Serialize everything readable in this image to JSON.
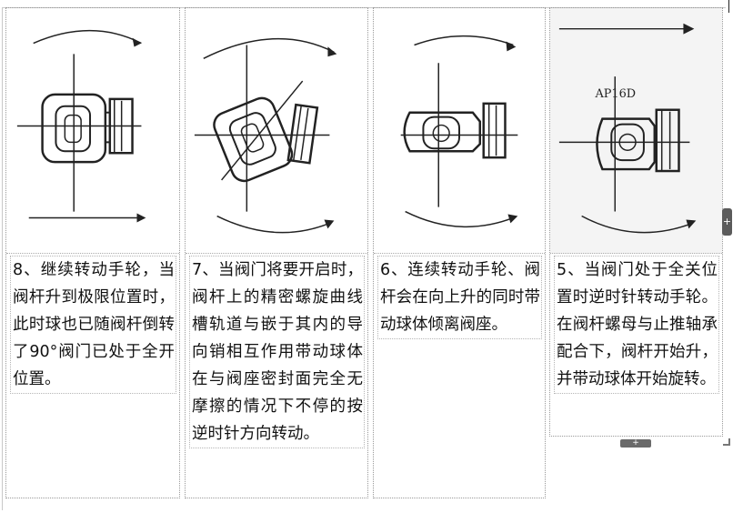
{
  "panels": [
    {
      "step": "8",
      "text": "、继续转动手轮，当阀杆升到极限位置时，此时球也已随阀杆倒转了90°阀门已处于全开位置。"
    },
    {
      "step": "7",
      "text": "、当阀门将要开启时，阀杆上的精密螺旋曲线槽轨道与嵌于其内的导向销相互作用带动球体在与阀座密封面完全无摩擦的情况下不停的按逆时针方向转动。"
    },
    {
      "step": "6",
      "text": "、连续转动手轮、阀杆会在向上升的同时带动球体倾离阀座。"
    },
    {
      "step": "5",
      "text": "、当阀门处于全关位置时逆时针转动手轮。在阀杆螺母与止推轴承配合下，阀杆开始升，并带动球体开始旋转。"
    }
  ],
  "figure_label": "AP16D",
  "handles": {
    "right": "+",
    "bottom": "+"
  }
}
